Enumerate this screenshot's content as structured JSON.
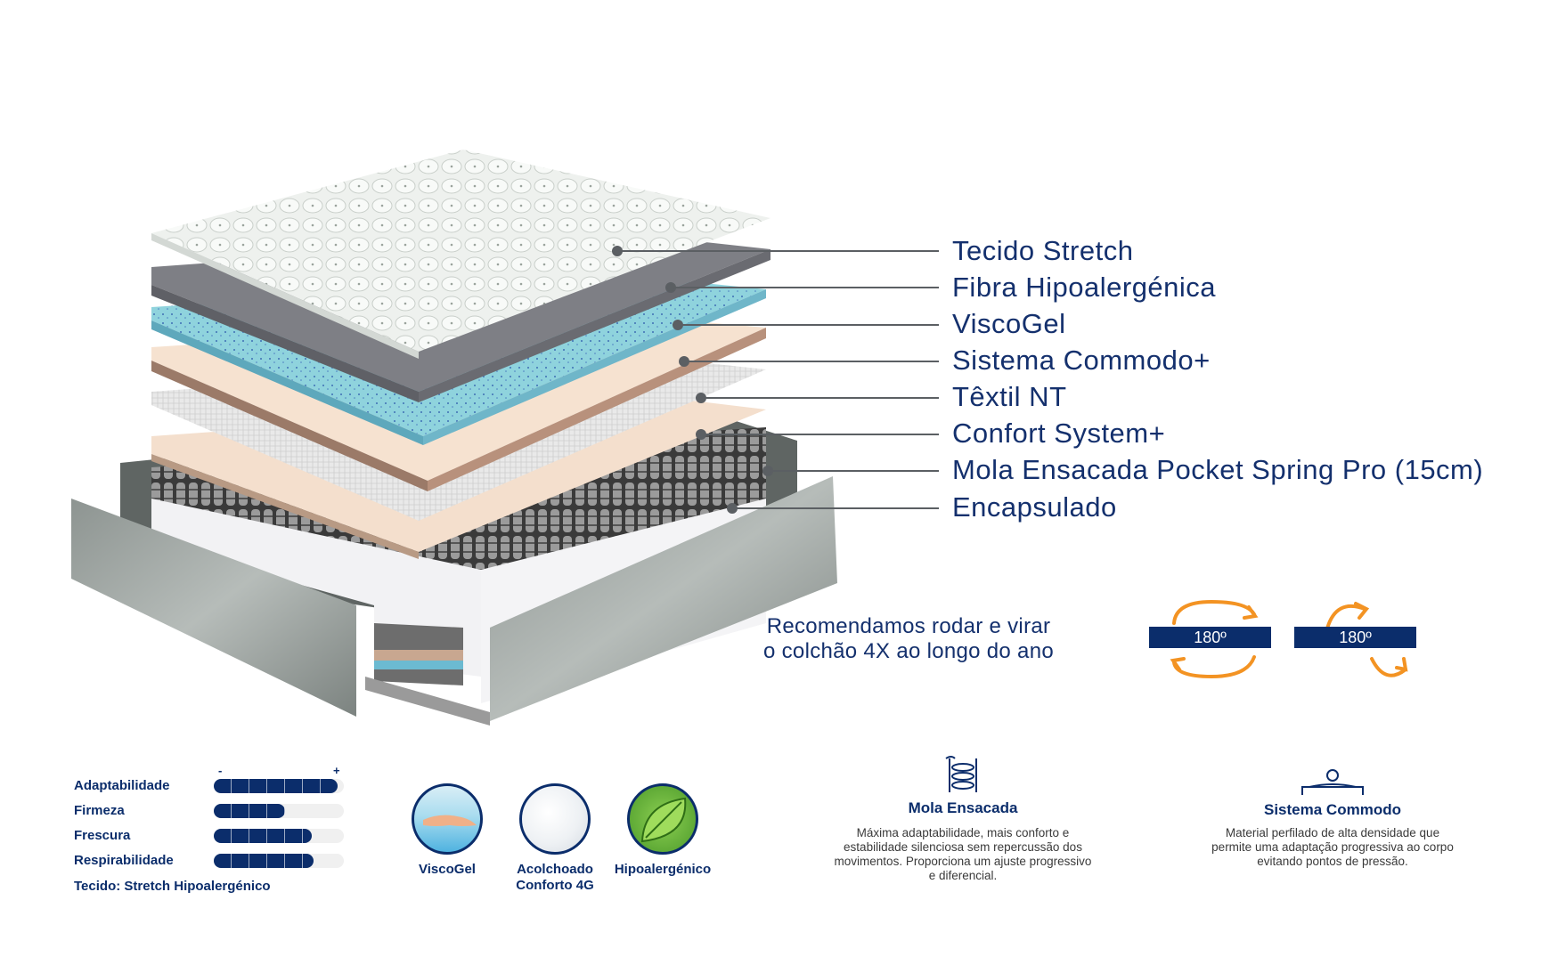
{
  "layers": [
    "Tecido Stretch",
    "Fibra Hipoalergénica",
    "ViscoGel",
    "Sistema Commodo+",
    "Têxtil NT",
    "Confort System+",
    "Mola Ensacada Pocket Spring Pro (15cm)",
    "Encapsulado"
  ],
  "rotation": {
    "text_line1": "Recomendamos rodar e virar",
    "text_line2": "o colchão 4X ao longo do ano",
    "badge1": "180º",
    "badge2": "180º"
  },
  "ratings": {
    "min_symbol": "-",
    "max_symbol": "+",
    "items": [
      {
        "label": "Adaptabilidade",
        "level": 0.95
      },
      {
        "label": "Firmeza",
        "level": 0.55
      },
      {
        "label": "Frescura",
        "level": 0.75
      },
      {
        "label": "Respirabilidade",
        "level": 0.77
      }
    ],
    "fabric": "Tecido: Stretch Hipoalergénico"
  },
  "badges": [
    {
      "label": "ViscoGel",
      "icon": "viscogel-hand-icon"
    },
    {
      "label": "Acolchoado Conforto 4G",
      "line1": "Acolchoado",
      "line2": "Conforto 4G",
      "icon": "fiber-cotton-icon"
    },
    {
      "label": "Hipoalergénico",
      "icon": "leaf-icon"
    }
  ],
  "features": [
    {
      "title": "Mola Ensacada",
      "icon": "spring-icon",
      "desc1": "Máxima adaptabilidade, mais conforto e",
      "desc2": "estabilidade silenciosa sem repercussão dos",
      "desc3": "movimentos. Proporciona um ajuste progressivo",
      "desc4": "e diferencial."
    },
    {
      "title": "Sistema Commodo",
      "icon": "person-lying-icon",
      "desc1": "Material perfilado de alta densidade que",
      "desc2": "permite uma adaptação progressiva ao corpo",
      "desc3": "evitando pontos de pressão."
    }
  ],
  "colors": {
    "brand_navy": "#0b2d6b",
    "arrow_orange": "#f39323",
    "gel_blue": "#7cc6d6",
    "foam_beige": "#f3dcc8"
  }
}
